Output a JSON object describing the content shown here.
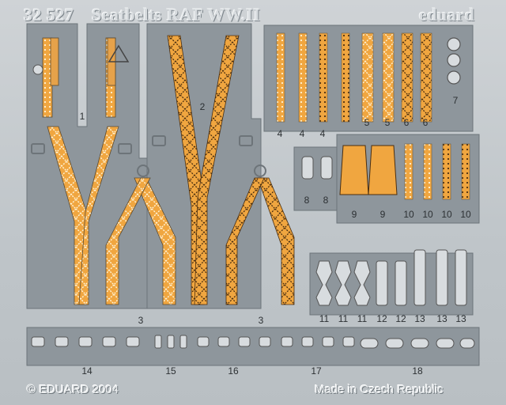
{
  "header": {
    "code": "32 527",
    "title": "Seatbelts RAF WW.II",
    "brand": "eduard"
  },
  "footer": {
    "copyright": "© EDUARD 2004",
    "origin": "Made in Czech Republic"
  },
  "part_numbers": {
    "p1": "1",
    "p2": "2",
    "p3a": "3",
    "p3b": "3",
    "p4a": "4",
    "p4b": "4",
    "p4c": "4",
    "p5a": "5",
    "p5b": "5",
    "p6a": "6",
    "p6b": "6",
    "p7": "7",
    "p8a": "8",
    "p8b": "8",
    "p9a": "9",
    "p9b": "9",
    "p10a": "10",
    "p10b": "10",
    "p10c": "10",
    "p10d": "10",
    "p11a": "11",
    "p11b": "11",
    "p11c": "11",
    "p12a": "12",
    "p12b": "12",
    "p13a": "13",
    "p13b": "13",
    "p13c": "13",
    "p14": "14",
    "p15": "15",
    "p16": "16",
    "p17": "17",
    "p18": "18"
  },
  "colors": {
    "fret": "#c3c8cc",
    "cutout": "#8e969c",
    "belt": "#f0a640",
    "belt_stitch_light": "#fff4dc",
    "belt_stitch_dark": "#4a2e10",
    "metal_part": "#d8dcdf"
  }
}
